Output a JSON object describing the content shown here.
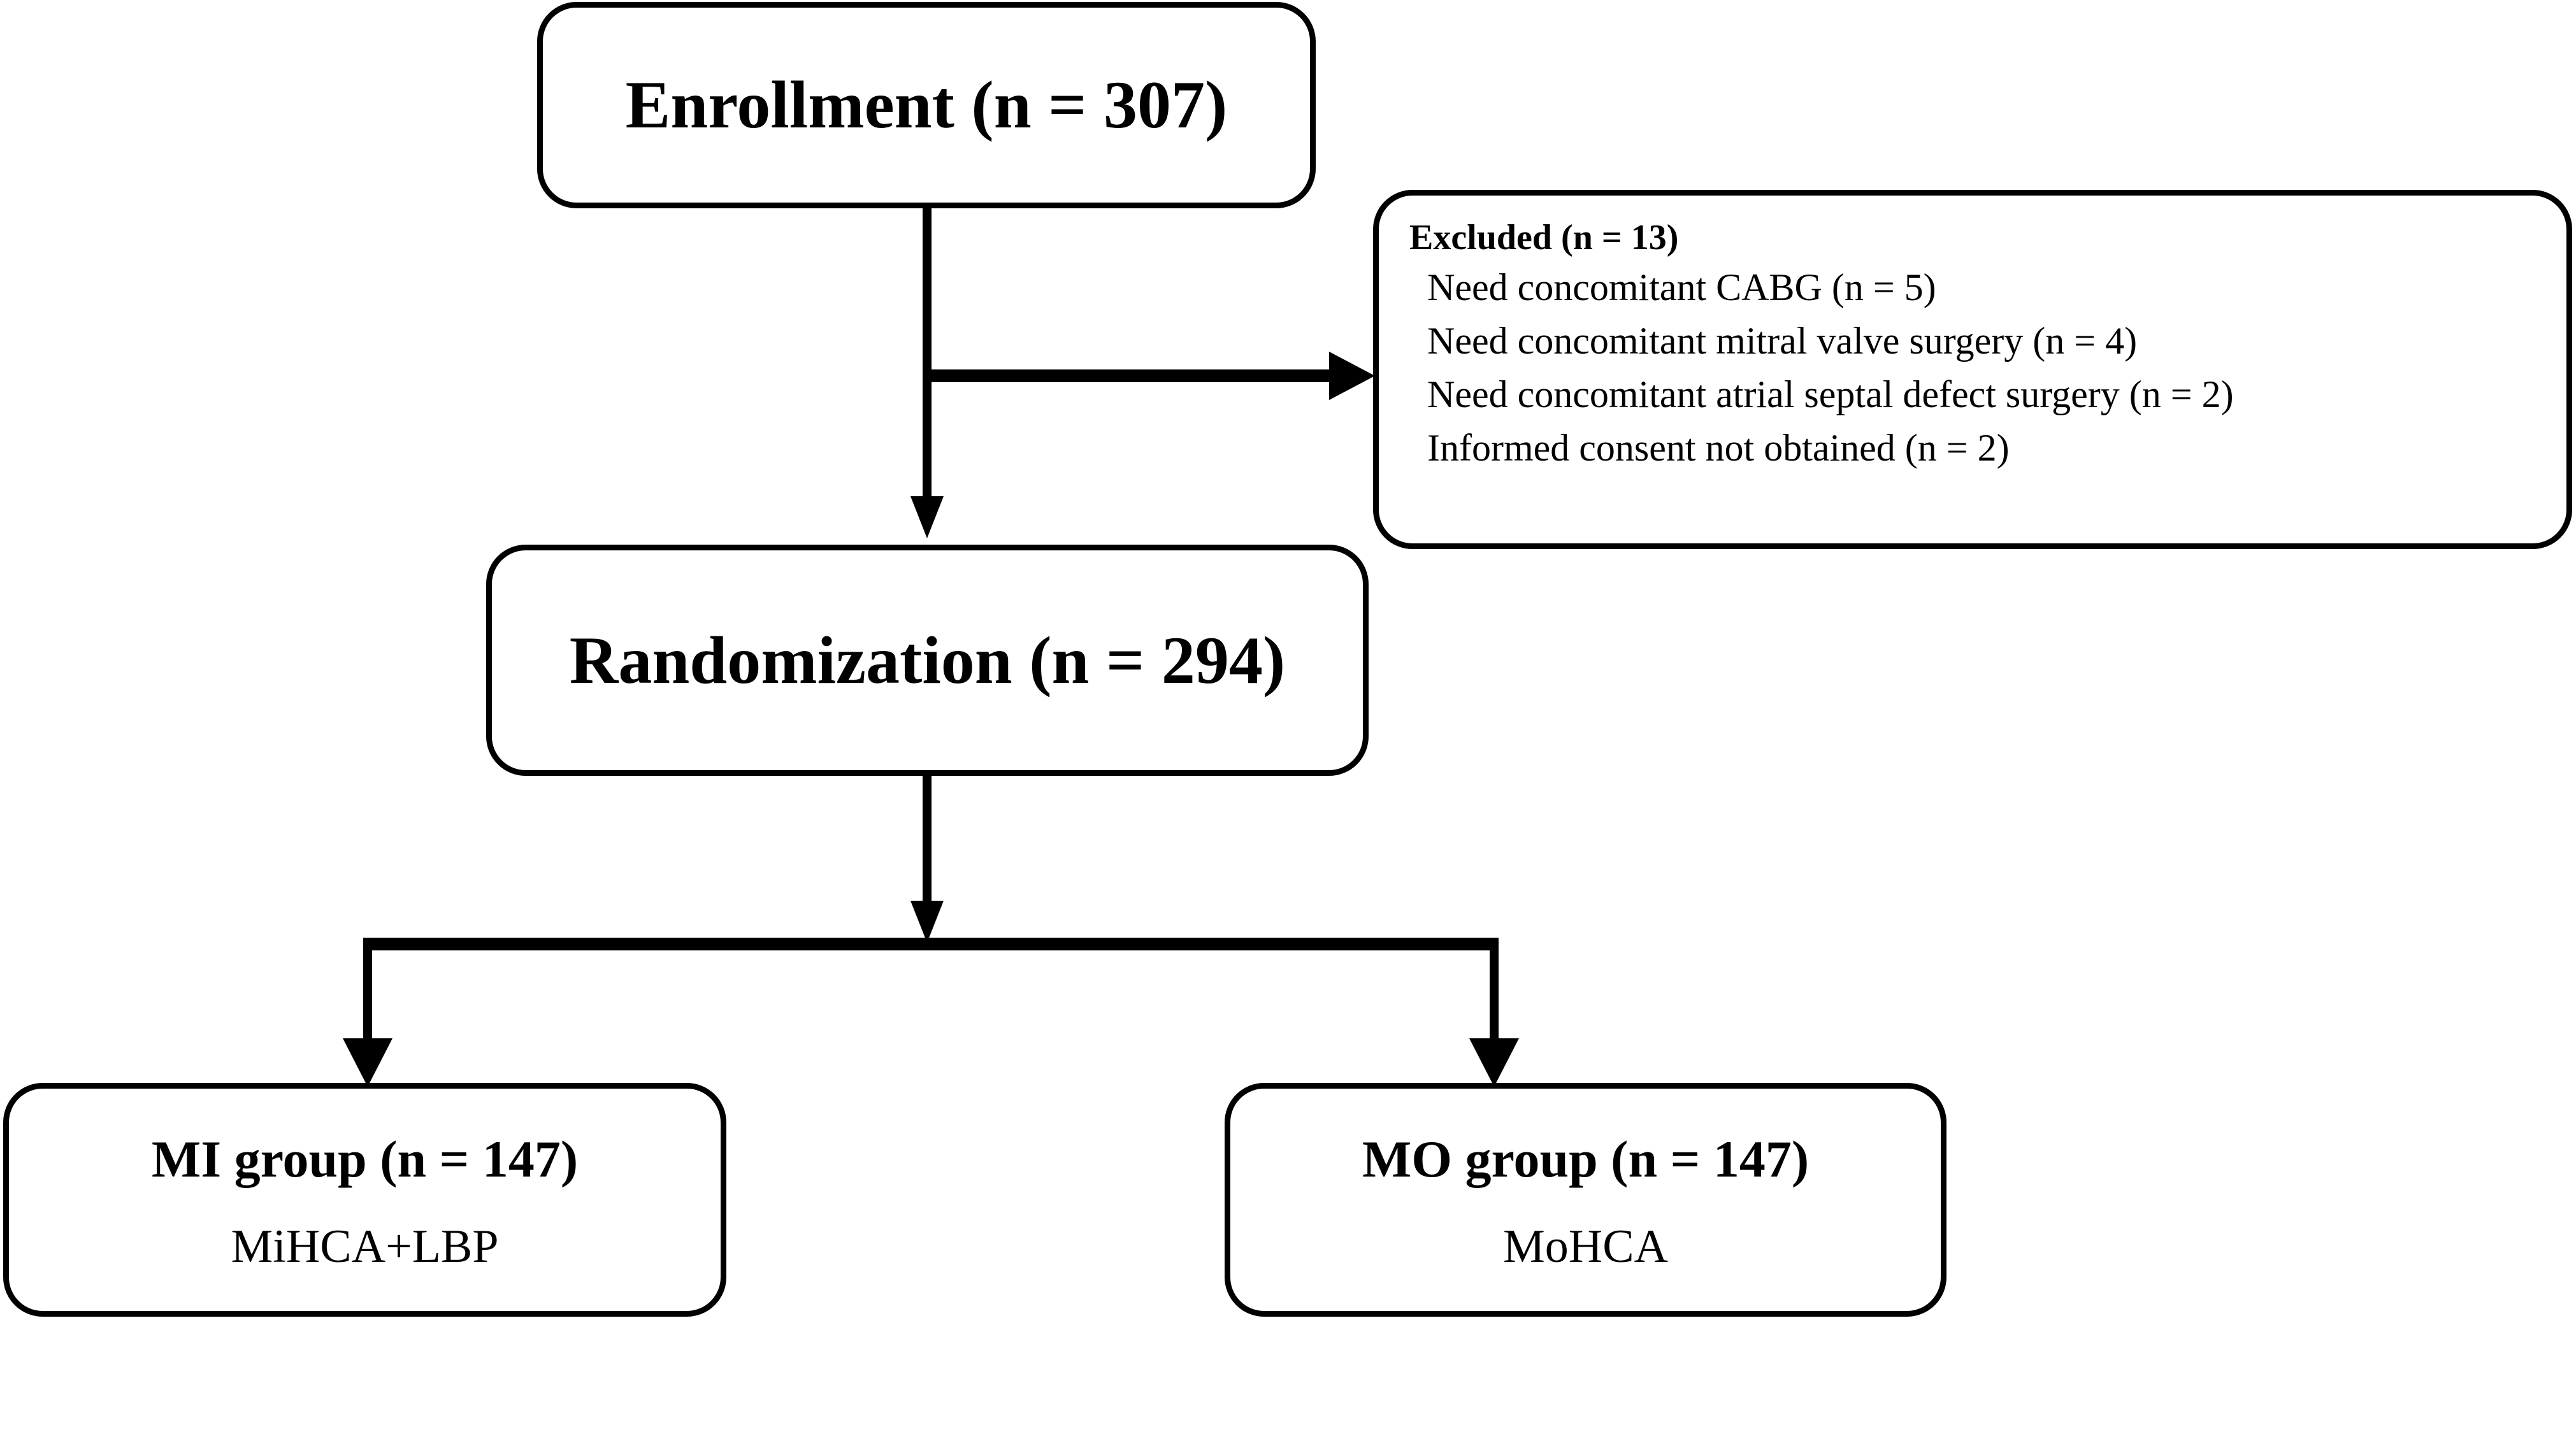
{
  "diagram": {
    "type": "consort-flow-diagram",
    "nodes": {
      "enrollment": {
        "title": "Enrollment (n = 307)",
        "n": 307
      },
      "excluded": {
        "heading": "Excluded (n = 13)",
        "n": 13,
        "reasons": [
          "Need concomitant CABG (n = 5)",
          "Need concomitant mitral valve surgery (n = 4)",
          "Need concomitant atrial septal defect surgery (n = 2)",
          "Informed consent not obtained (n = 2)"
        ]
      },
      "randomization": {
        "title": "Randomization (n = 294)",
        "n": 294
      },
      "mi_group": {
        "title": "MI group (n = 147)",
        "subtitle": "MiHCA+LBP",
        "n": 147
      },
      "mo_group": {
        "title": "MO group (n = 147)",
        "subtitle": "MoHCA",
        "n": 147
      }
    },
    "colors": {
      "stroke": "#000000",
      "fill": "#ffffff",
      "text": "#000000"
    }
  }
}
